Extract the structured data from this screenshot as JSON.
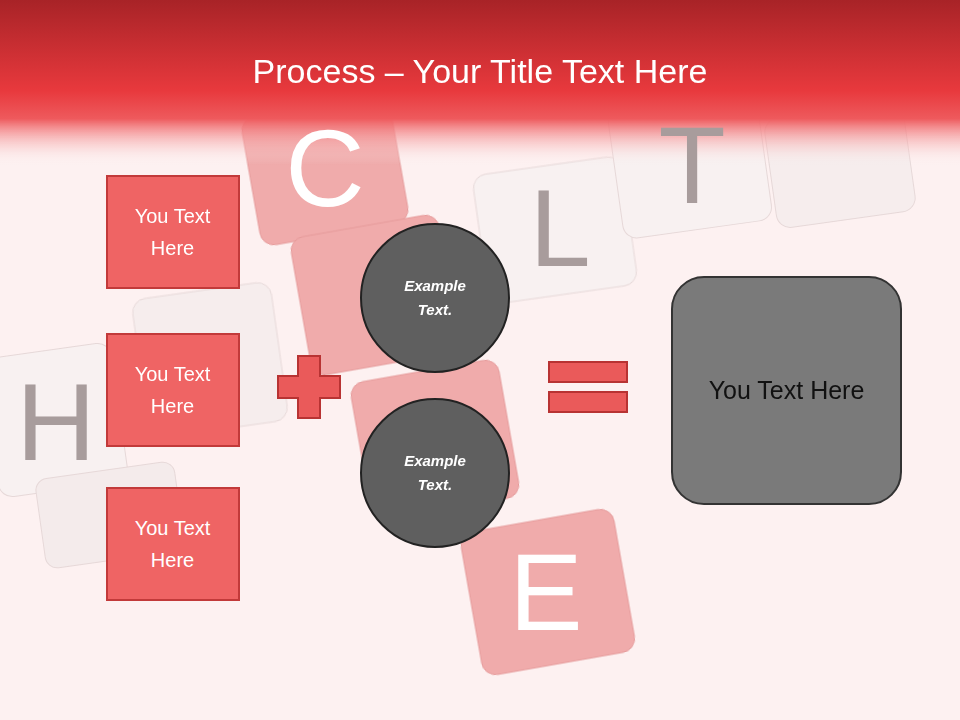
{
  "diagram": {
    "title": "Process – Your Title Text Here",
    "nodes": [
      {
        "text": [
          "You Text Here"
        ]
      },
      {
        "text": [
          "You Text Here"
        ]
      },
      {
        "text": [
          "You Text Here"
        ]
      },
      {
        "text": [
          "Example Text."
        ]
      },
      {
        "text": [
          "Example Text."
        ]
      },
      {
        "text": [
          "You Text Here"
        ]
      }
    ],
    "labels": [
      "C",
      "L",
      "T",
      "H",
      "E"
    ]
  }
}
